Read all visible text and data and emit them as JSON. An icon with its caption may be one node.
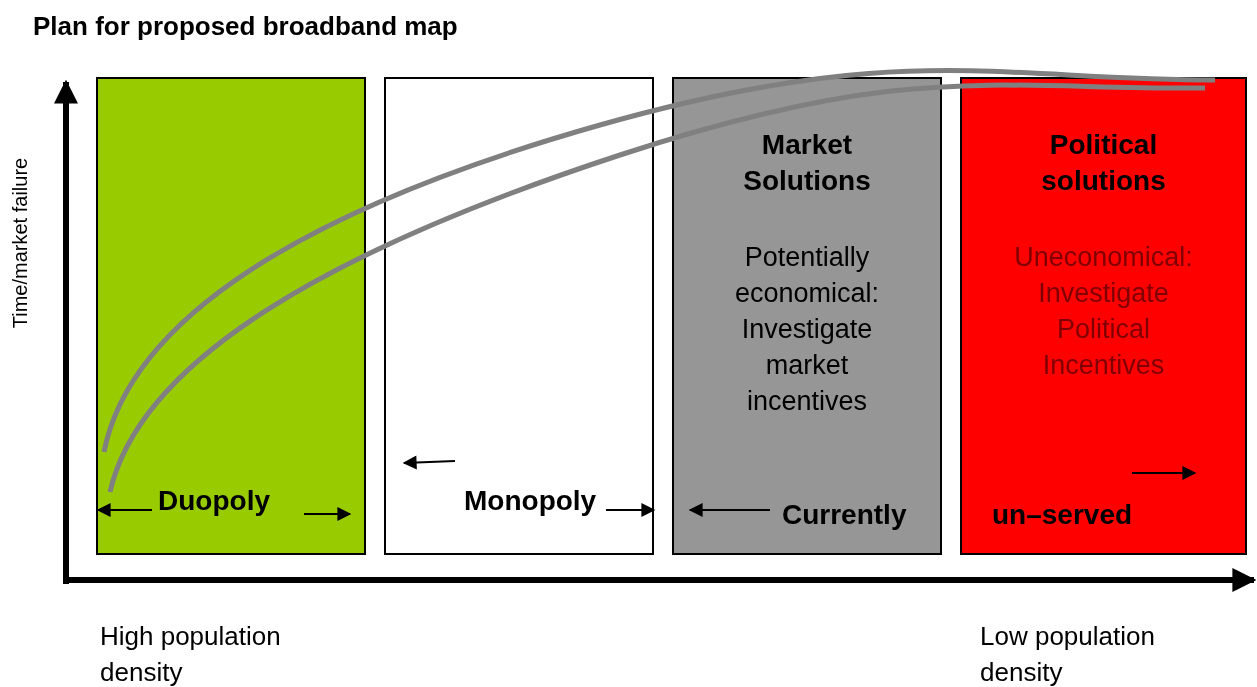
{
  "diagram": {
    "title": "Plan for proposed broadband map",
    "nodes": [
      {
        "text": [
          "Duopoly"
        ]
      },
      {
        "text": [
          "Monopoly"
        ]
      },
      {
        "text": [
          "Market Solutions",
          "Potentially economical: Investigate market incentives",
          "Currently"
        ]
      },
      {
        "text": [
          "Political solutions",
          "Uneconomical: Investigate Political Incentives",
          "un–served"
        ]
      }
    ],
    "edges": [],
    "labels": [
      "Time/market failure",
      "High population density",
      "Low population density"
    ]
  }
}
